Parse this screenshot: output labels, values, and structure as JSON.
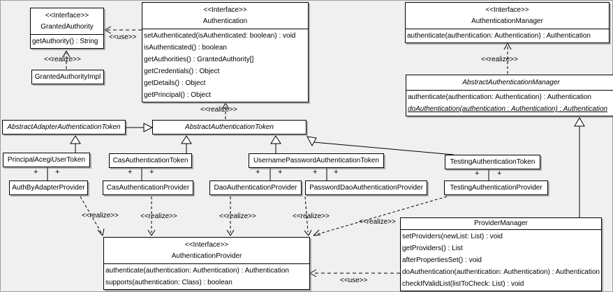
{
  "diagram": {
    "background": "#f0f0f0",
    "box_fill": "#ffffff",
    "line_color": "#000000"
  },
  "labels": {
    "realize": "<<realize>>",
    "use": "<<use>>",
    "plus": "+"
  },
  "classes": {
    "granted_authority": {
      "stereotype": "<<Interface>>",
      "name": "GrantedAuthority",
      "methods": [
        "getAuthority() : String"
      ]
    },
    "granted_authority_impl": {
      "name": "GrantedAuthorityImpl"
    },
    "authentication": {
      "stereotype": "<<Interface>>",
      "name": "Authentication",
      "methods": [
        "setAuthenticated(isAuthenticated: boolean) : void",
        "isAuthenticated() : boolean",
        "getAuthorities() : GrantedAuthority[]",
        "getCredentials() : Object",
        "getDetails() : Object",
        "getPrincipal() : Object"
      ]
    },
    "authentication_manager": {
      "stereotype": "<<Interface>>",
      "name": "AuthenticationManager",
      "methods": [
        "authenticate(authentication: Authentication) : Authentication"
      ]
    },
    "abstract_authentication_manager": {
      "name": "AbstractAuthenticationManager",
      "methods": [
        "authenticate(authentication: Authentication) : Authentication",
        "doAuthentication(authentication : Authentication) : Authentication"
      ]
    },
    "abstract_adapter_authentication_token": {
      "name": "AbstractAdapterAuthenticationToken"
    },
    "abstract_authentication_token": {
      "name": "AbstractAuthenticationToken"
    },
    "principal_acegi_user_token": {
      "name": "PrincipalAcegiUserToken"
    },
    "cas_authentication_token": {
      "name": "CasAuthenticationToken"
    },
    "username_password_authentication_token": {
      "name": "UsernamePasswordAuthenticationToken"
    },
    "testing_authentication_token": {
      "name": "TestingAuthenticationToken"
    },
    "auth_by_adapter_provider": {
      "name": "AuthByAdapterProvider"
    },
    "cas_authentication_provider": {
      "name": "CasAuthenticationProvider"
    },
    "dao_authentication_provider": {
      "name": "DaoAuthenticationProvider"
    },
    "password_dao_authentication_provider": {
      "name": "PasswordDaoAuthenticationProvider"
    },
    "testing_authentication_provider": {
      "name": "TestingAuthenticationProvider"
    },
    "authentication_provider": {
      "stereotype": "<<Interface>>",
      "name": "AuthenticationProvider",
      "methods": [
        "authenticate(authentication: Authentication) : Authentication",
        "supports(authentication: Class) : boolean"
      ]
    },
    "provider_manager": {
      "name": "ProviderManager",
      "methods": [
        "setProviders(newList: List) : void",
        "getProviders() : List",
        "afterPropertiesSet() : void",
        "doAuthentication(authentication: Authentication) : Authentication",
        "checkIfValidList(listToCheck: List) : void"
      ]
    }
  }
}
